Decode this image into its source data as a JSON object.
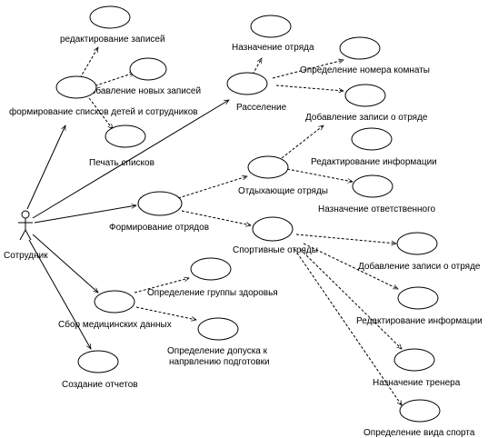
{
  "actor": {
    "label": "Сотрудник"
  },
  "use_cases": {
    "edit_records": "редактирование записей",
    "add_records": "добавление новых записей",
    "form_lists": "формирование списков детей и сотрудников",
    "print_lists": "Печать списков",
    "assign_squad": "Назначение отряда",
    "room_number": "Определение номера комнаты",
    "accommodation": "Расселение",
    "add_squad_record": "Добавление записи о отряде",
    "edit_info_1": "Редактирование информации",
    "resting_squads": "Отдыхающие отряды",
    "assign_responsible": "Назначение ответственного",
    "form_squads": "Формирование отрядов",
    "sport_squads": "Спортивные отряды",
    "add_squad_record_2": "Добавление записи о отряде",
    "health_group": "Определение группы здоровья",
    "medical_data": "Сбор медицинских данных",
    "edit_info_2": "Редактирование информации",
    "admission_line1": "Определение допуска к",
    "admission_line2": "напрвлению подготовки",
    "assign_coach": "Назначение тренера",
    "reports": "Создание отчетов",
    "sport_type": "Определение вида спорта"
  }
}
